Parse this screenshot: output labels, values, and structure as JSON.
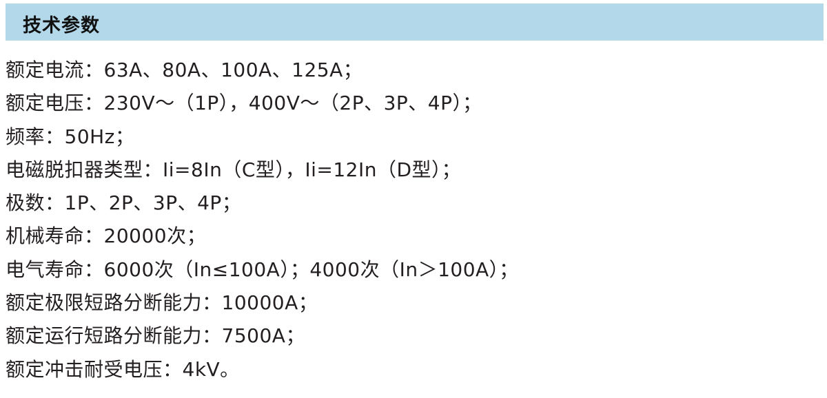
{
  "header": {
    "title": "技术参数"
  },
  "specs": [
    "额定电流：63A、80A、100A、125A；",
    "额定电压：230V～（1P），400V～（2P、3P、4P）；",
    "频率：50Hz；",
    "电磁脱扣器类型：Ii=8In（C型），Ii=12In（D型）；",
    "极数：1P、2P、3P、4P；",
    "机械寿命：20000次；",
    "电气寿命：6000次（In≤100A）；4000次（In＞100A）；",
    "额定极限短路分断能力：10000A；",
    "额定运行短路分断能力：7500A；",
    "额定冲击耐受电压：4kV。"
  ],
  "colors": {
    "header_bg": "#b3d8ea",
    "text": "#231f20"
  }
}
